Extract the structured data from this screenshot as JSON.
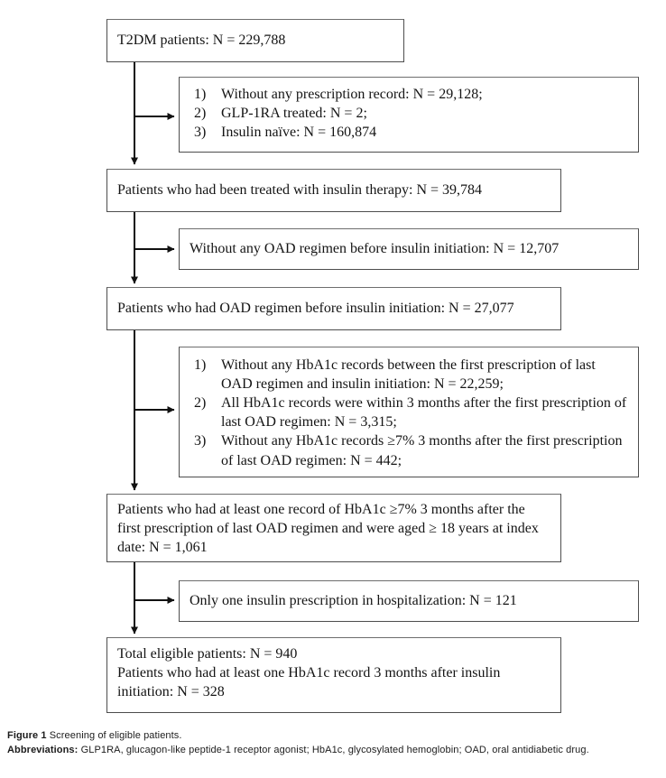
{
  "colors": {
    "box_border": "#4d4d4d",
    "arrow": "#111111",
    "background": "#ffffff"
  },
  "flow": {
    "main_boxes": [
      {
        "id": "t2dm",
        "text": "T2DM patients: N = 229,788"
      },
      {
        "id": "insulin-therapy",
        "text": "Patients who had been treated with insulin therapy: N = 39,784"
      },
      {
        "id": "oad-regimen",
        "text": "Patients who had OAD regimen before insulin initiation: N = 27,077"
      },
      {
        "id": "hba1c-eligible",
        "text": "Patients who had at least one record of HbA1c ≥7% 3 months after the first prescription of last OAD regimen and were aged ≥ 18 years at index date: N = 1,061"
      },
      {
        "id": "total-eligible",
        "line1": "Total eligible patients: N = 940",
        "line2": "Patients who had at least one HbA1c record 3 months after insulin initiation: N = 328"
      }
    ],
    "exclusion_boxes": [
      {
        "id": "exclusion-1",
        "items": [
          {
            "num": "1)",
            "text": "Without any prescription record: N = 29,128;"
          },
          {
            "num": "2)",
            "text": "GLP-1RA treated: N = 2;"
          },
          {
            "num": "3)",
            "text": "Insulin naïve: N = 160,874"
          }
        ]
      },
      {
        "id": "exclusion-2",
        "text": "Without any OAD regimen before insulin initiation: N = 12,707"
      },
      {
        "id": "exclusion-3",
        "items": [
          {
            "num": "1)",
            "text": "Without any HbA1c records between the first prescription of last OAD regimen and insulin initiation: N = 22,259;"
          },
          {
            "num": "2)",
            "text": "All HbA1c records were within 3 months after the first prescription of last OAD regimen: N = 3,315;"
          },
          {
            "num": "3)",
            "text": "Without any HbA1c records ≥7% 3 months after the first prescription of last OAD regimen: N = 442;"
          }
        ]
      },
      {
        "id": "exclusion-4",
        "text": "Only one insulin prescription in hospitalization: N = 121"
      }
    ]
  },
  "caption": {
    "figure_label": "Figure 1",
    "figure_text": " Screening of eligible patients.",
    "abbreviations_label": "Abbreviations:",
    "abbreviations_text": " GLP1RA, glucagon-like peptide-1 receptor agonist; HbA1c, glycosylated hemoglobin; OAD, oral antidiabetic drug."
  }
}
